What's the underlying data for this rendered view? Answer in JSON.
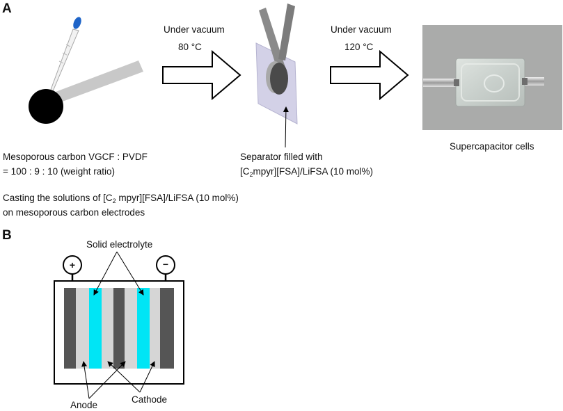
{
  "panels": {
    "a": "A",
    "b": "B"
  },
  "step1": {
    "condition": "Under vacuum",
    "temperature": "80 °C"
  },
  "step2": {
    "condition": "Under vacuum",
    "temperature": "120 °C"
  },
  "electrode": {
    "composition_line1": "Mesoporous carbon VGCF : PVDF",
    "composition_line2": "= 100 : 9 : 10 (weight ratio)",
    "casting_pre": "Casting the solutions of [C",
    "casting_sub": "2",
    "casting_post": "mpyr][FSA]/LiFSA (10 mol%)",
    "casting_line2": "on mesoporous carbon electrodes"
  },
  "separator": {
    "line1": "Separator filled with",
    "line2_pre": "[C",
    "line2_sub": "2",
    "line2_post": "mpyr][FSA]/LiFSA (10 mol%)"
  },
  "photo_caption": "Supercapacitor cells",
  "cell_diagram": {
    "positive_terminal": "+",
    "negative_terminal": "−",
    "solid_electrolyte_label": "Solid electrolyte",
    "anode_label": "Anode",
    "cathode_label": "Cathode"
  },
  "colors": {
    "electrode": "#555555",
    "electrolyte": "#00e5f5",
    "separator_gray": "#d6d6d6",
    "pipette_tip": "#1e64c8"
  }
}
